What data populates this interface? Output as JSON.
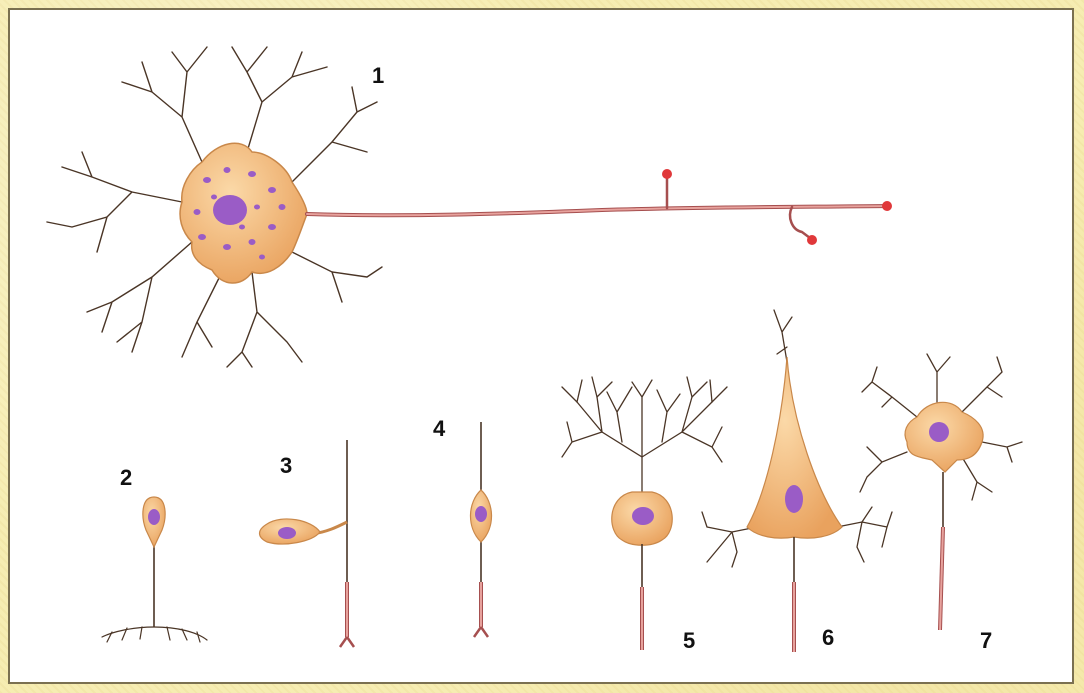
{
  "labels": [
    {
      "id": "neuron-1",
      "text": "1"
    },
    {
      "id": "neuron-2",
      "text": "2"
    },
    {
      "id": "neuron-3",
      "text": "3"
    },
    {
      "id": "neuron-4",
      "text": "4"
    },
    {
      "id": "neuron-5",
      "text": "5"
    },
    {
      "id": "neuron-6",
      "text": "6"
    },
    {
      "id": "neuron-7",
      "text": "7"
    }
  ],
  "colors": {
    "background": "#f6edb2",
    "panel": "#ffffff",
    "soma": "#f2b777",
    "soma_edge": "#c9884a",
    "nucleus": "#9a5cc6",
    "axon": "#d98a86",
    "axon_edge": "#a64f4f",
    "dendrite": "#4a3526",
    "terminal": "#e0383a"
  }
}
